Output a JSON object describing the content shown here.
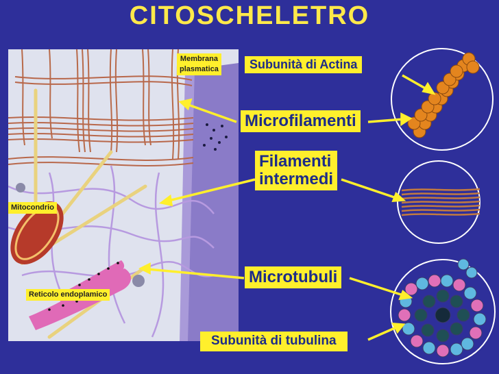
{
  "slide": {
    "title": "CITOSCHELETRO",
    "colors": {
      "background": "#2e2f9a",
      "title": "#ffe94a",
      "label_bg": "#ffef2c",
      "label_text": "#1d2c88"
    }
  },
  "illustration": {
    "membrana_line1": "Membrana",
    "membrana_line2": "plasmatica",
    "mitocondrio": "Mitocondrio",
    "reticolo": "Reticolo endoplamico"
  },
  "labels": {
    "actina": "Subunità di Actina",
    "microfilamenti": "Microfilamenti",
    "filamenti_line1": "Filamenti",
    "filamenti_line2": "intermedi",
    "microtubuli": "Microtubuli",
    "tubulina": "Subunità di tubulina"
  }
}
